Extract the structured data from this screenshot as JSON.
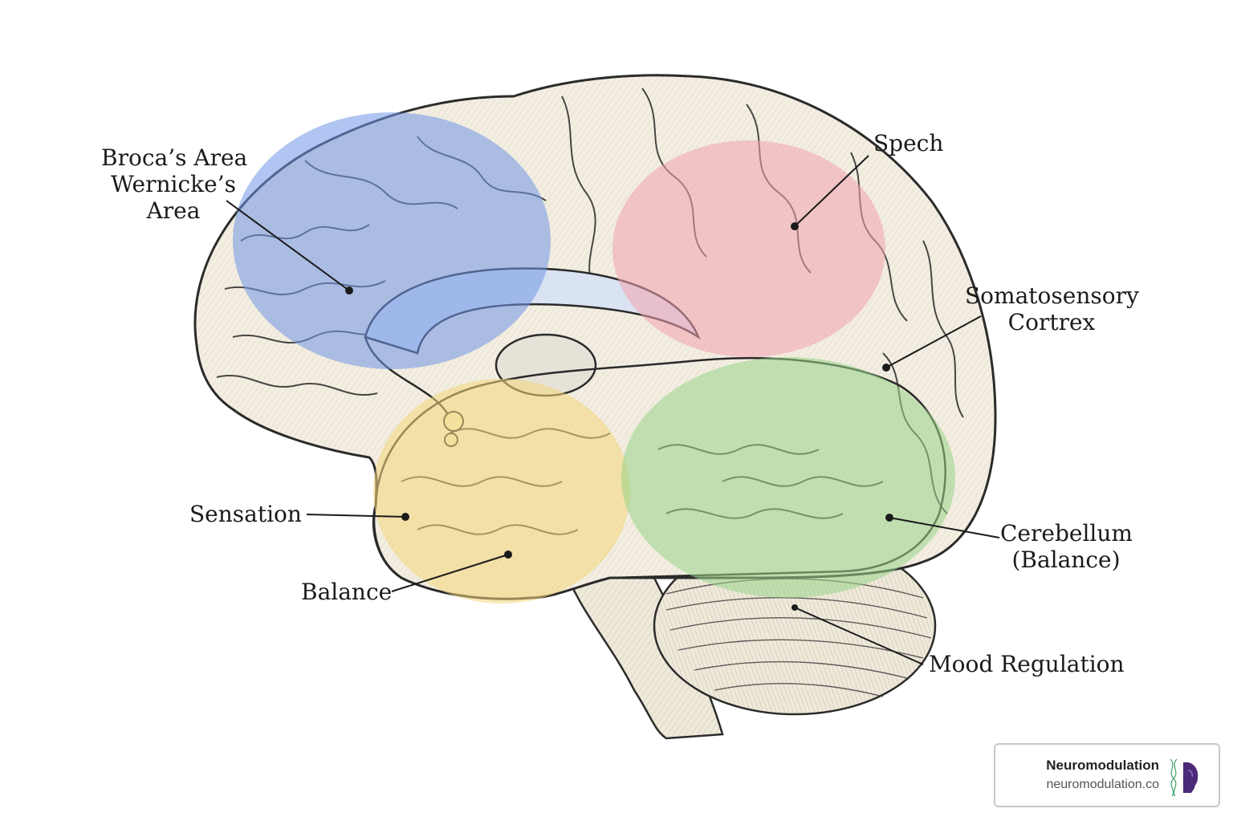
{
  "labels": {
    "broca": [
      "Broca’s Area",
      "Wernicke’s",
      "Area"
    ],
    "speech": "Spech",
    "somatosensory": [
      "Somatosensory",
      "Cortrex"
    ],
    "sensation": "Sensation",
    "balance": "Balance",
    "cerebellum": [
      "Cerebellum",
      "(Balance)"
    ],
    "mood": "Mood Regulation"
  },
  "regions": {
    "blue": "#6f95e6",
    "pink": "#f2a3ae",
    "yellow": "#f3d77a",
    "green": "#98d488"
  },
  "brand": {
    "name": "Neuromodulation",
    "url": "neuromodulation.co",
    "accent": "#4b2a7a"
  }
}
